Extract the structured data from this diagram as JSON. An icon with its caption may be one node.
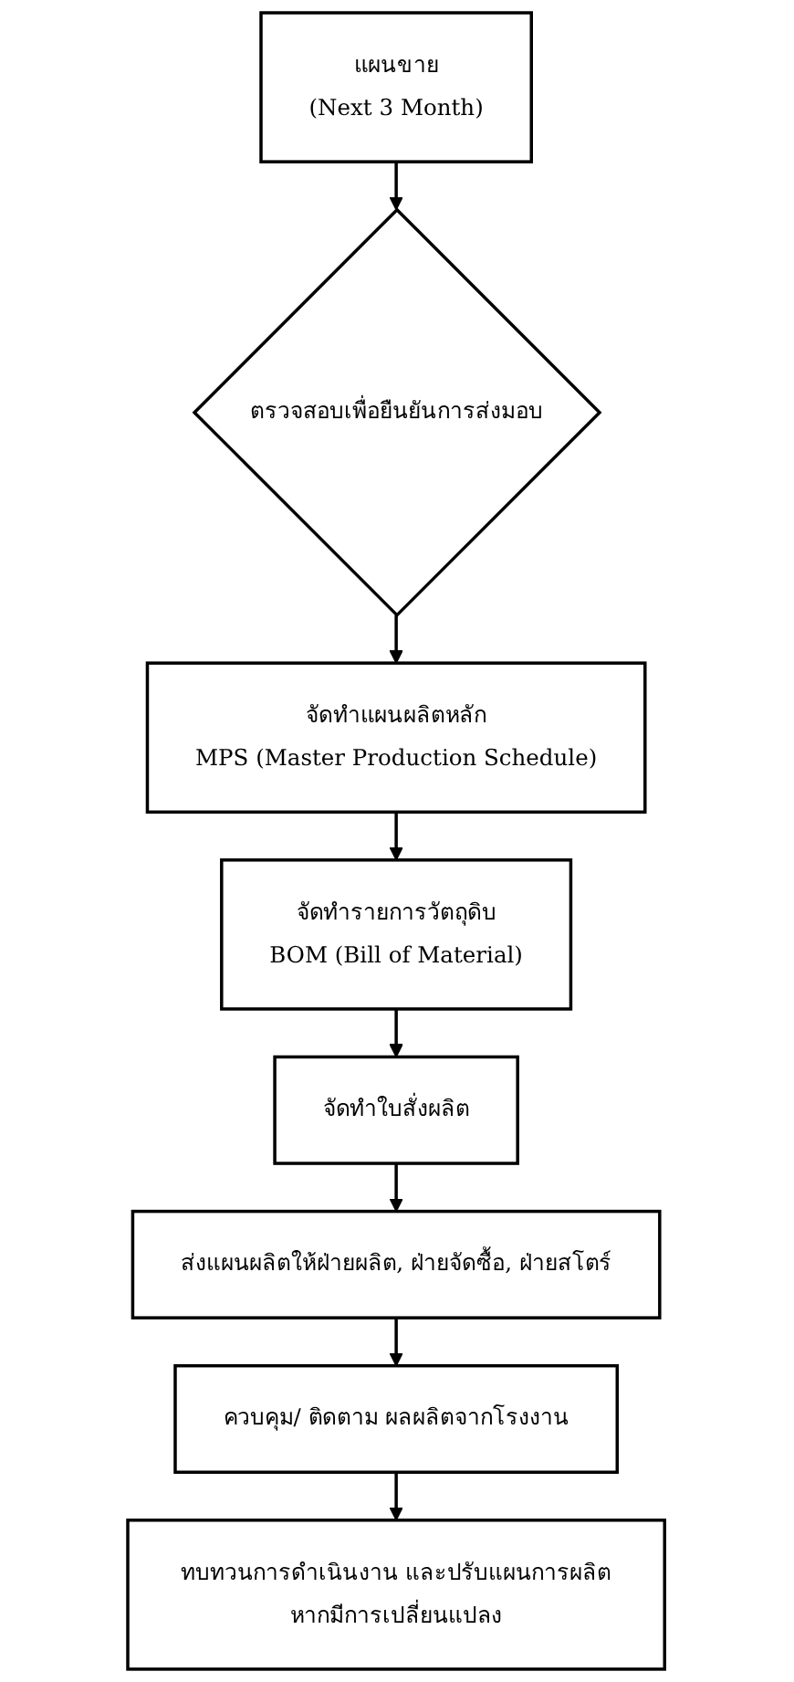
{
  "diagram": {
    "nodes": [
      {
        "text": [
          "แผนขาย",
          "(Next 3 Month)"
        ]
      },
      {
        "text": [
          "ตรวจสอบเพื่อยืนยันการส่งมอบ"
        ]
      },
      {
        "text": [
          "จัดทำแผนผลิตหลัก",
          "MPS (Master Production Schedule)"
        ]
      },
      {
        "text": [
          "จัดทำรายการวัตถุดิบ",
          "BOM (Bill of Material)"
        ]
      },
      {
        "text": [
          "จัดทำใบสั่งผลิต"
        ]
      },
      {
        "text": [
          "ส่งแผนผลิตให้ฝ่ายผลิต, ฝ่ายจัดซื้อ, ฝ่ายสโตร์"
        ]
      },
      {
        "text": [
          "ควบคุม/ ติดตาม ผลผลิตจากโรงงาน"
        ]
      },
      {
        "text": [
          "ทบทวนการดำเนินงาน และปรับแผนการผลิตหากมีการเปลี่ยนแปลง"
        ]
      }
    ],
    "edges": [
      {
        "from": 0,
        "to": 1,
        "arrow": "to"
      },
      {
        "from": 1,
        "to": 2,
        "arrow": "to"
      },
      {
        "from": 2,
        "to": 3,
        "arrow": "to"
      },
      {
        "from": 3,
        "to": 4,
        "arrow": "to"
      },
      {
        "from": 4,
        "to": 5,
        "arrow": "to"
      },
      {
        "from": 5,
        "to": 6,
        "arrow": "to"
      },
      {
        "from": 6,
        "to": 7,
        "arrow": "to"
      }
    ]
  }
}
